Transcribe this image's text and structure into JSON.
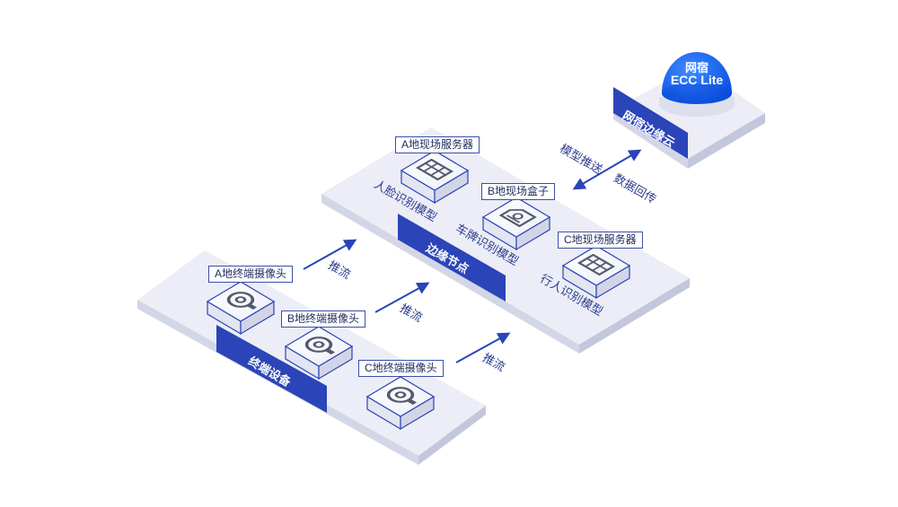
{
  "cloud": {
    "dome_line1": "网宿",
    "dome_line2": "ECC Lite",
    "band_label": "网宿边缘云"
  },
  "edge_arrows": {
    "up_label": "模型推送",
    "down_label": "数据回传"
  },
  "edge_node": {
    "band_label": "边缘节点",
    "devices": [
      {
        "label": "A地现场服务器",
        "model": "人脸识别模型",
        "icon": "server-icon"
      },
      {
        "label": "B地现场盒子",
        "model": "车牌识别模型",
        "icon": "box-icon"
      },
      {
        "label": "C地现场服务器",
        "model": "行人识别模型",
        "icon": "server-icon"
      }
    ]
  },
  "terminal": {
    "band_label": "终端设备",
    "devices": [
      {
        "label": "A地终端摄像头",
        "icon": "camera-icon"
      },
      {
        "label": "B地终端摄像头",
        "icon": "camera-icon"
      },
      {
        "label": "C地终端摄像头",
        "icon": "camera-icon"
      }
    ]
  },
  "push_arrows": [
    "推流",
    "推流",
    "推流"
  ],
  "colors": {
    "platform_top": "#ecedf6",
    "platform_side": "#d5d7e6",
    "band": "#2b44b8",
    "text_blue": "#2c3d8f",
    "dome": "#1565ff"
  }
}
